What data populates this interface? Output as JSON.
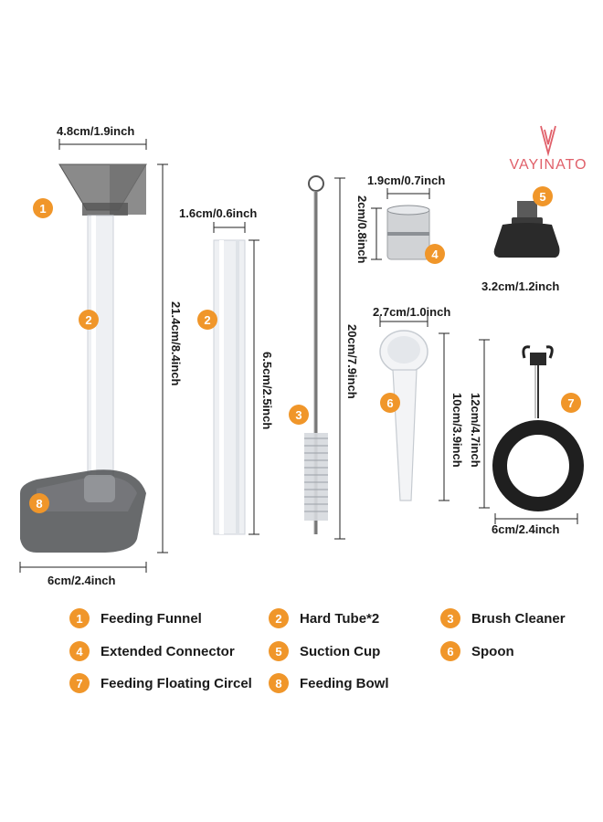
{
  "brand": {
    "name": "VAYINATO",
    "color": "#e0606a"
  },
  "accent": "#f0962a",
  "dimensions": {
    "funnel_width": "4.8cm/1.9inch",
    "bowl_width": "6cm/2.4inch",
    "funnel_length": "21.4cm/8.4inch",
    "tube_width": "1.6cm/0.6inch",
    "tube_length": "6.5cm/2.5inch",
    "brush_length": "20cm/7.9inch",
    "connector_width": "1.9cm/0.7inch",
    "connector_height": "2cm/0.8inch",
    "suction_width": "3.2cm/1.2inch",
    "spoon_width": "2.7cm/1.0inch",
    "spoon_length": "10cm/3.9inch",
    "ring_height": "12cm/4.7inch",
    "ring_width": "6cm/2.4inch"
  },
  "markers": [
    "1",
    "2",
    "2",
    "3",
    "4",
    "5",
    "6",
    "7",
    "8"
  ],
  "legend": [
    {
      "num": "1",
      "label": "Feeding Funnel"
    },
    {
      "num": "2",
      "label": "Hard Tube*2"
    },
    {
      "num": "3",
      "label": "Brush Cleaner"
    },
    {
      "num": "4",
      "label": "Extended Connector"
    },
    {
      "num": "5",
      "label": "Suction Cup"
    },
    {
      "num": "6",
      "label": "Spoon"
    },
    {
      "num": "7",
      "label": "Feeding Floating Circel"
    },
    {
      "num": "8",
      "label": "Feeding Bowl"
    }
  ]
}
